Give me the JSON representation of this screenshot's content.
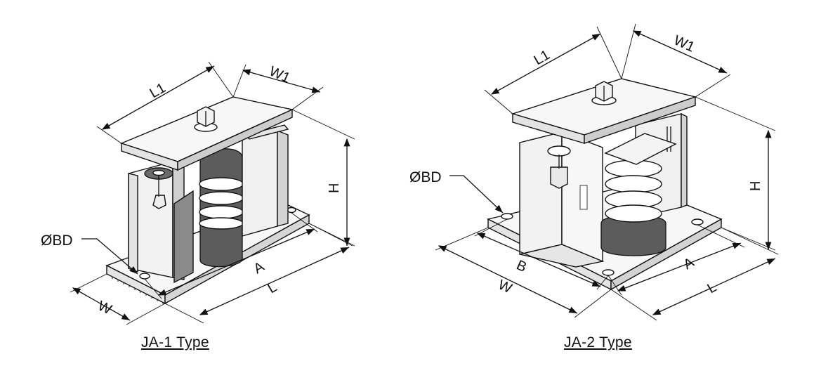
{
  "diagram_left": {
    "caption": "JA-1 Type",
    "dims": {
      "L1": "L1",
      "W1": "W1",
      "H": "H",
      "A": "A",
      "L": "L",
      "W": "W",
      "BD": "ØBD"
    }
  },
  "diagram_right": {
    "caption": "JA-2 Type",
    "dims": {
      "L1": "L1",
      "W1": "W1",
      "H": "H",
      "A": "A",
      "L": "L",
      "W": "W",
      "B": "B",
      "BD": "ØBD"
    }
  },
  "colors": {
    "line": "#111111",
    "spring": "#555555",
    "plate": "#f4f4f4",
    "shade": "#d9d9d9",
    "rubber": "#6b6b6b"
  }
}
